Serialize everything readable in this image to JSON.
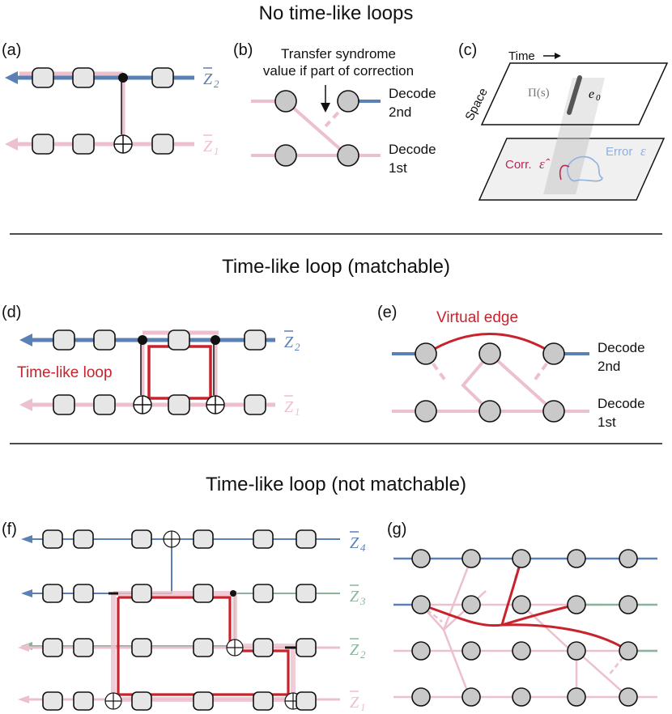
{
  "sections": {
    "no_loops": "No time-like loops",
    "matchable": "Time-like loop (matchable)",
    "not_matchable": "Time-like loop (not matchable)"
  },
  "panels": {
    "a": "(a)",
    "b": "(b)",
    "c": "(c)",
    "d": "(d)",
    "e": "(e)",
    "f": "(f)",
    "g": "(g)"
  },
  "labels": {
    "Z1": "Z",
    "Z2": "Z",
    "Z3": "Z",
    "Z4": "Z",
    "sub1": "1",
    "sub2": "2",
    "sub3": "3",
    "sub4": "4",
    "transfer_line1": "Transfer syndrome",
    "transfer_line2": "value if part of correction",
    "decode": "Decode",
    "second": "2nd",
    "first": "1st",
    "time": "Time",
    "space": "Space",
    "pi_s": "Π(s)",
    "e0": "e",
    "e0_sub": "0",
    "corr": "Corr.",
    "corr_sym": "ε̂",
    "error": "Error",
    "error_sym": "ε",
    "time_like_loop": "Time-like loop",
    "virtual_edge": "Virtual edge"
  },
  "colors": {
    "blue": "#5b80b5",
    "pink": "#ecc0cc",
    "green": "#8ab39c",
    "red": "#c8232c",
    "node_fill": "#c9c9c9",
    "box_fill": "#e6e6e6"
  }
}
